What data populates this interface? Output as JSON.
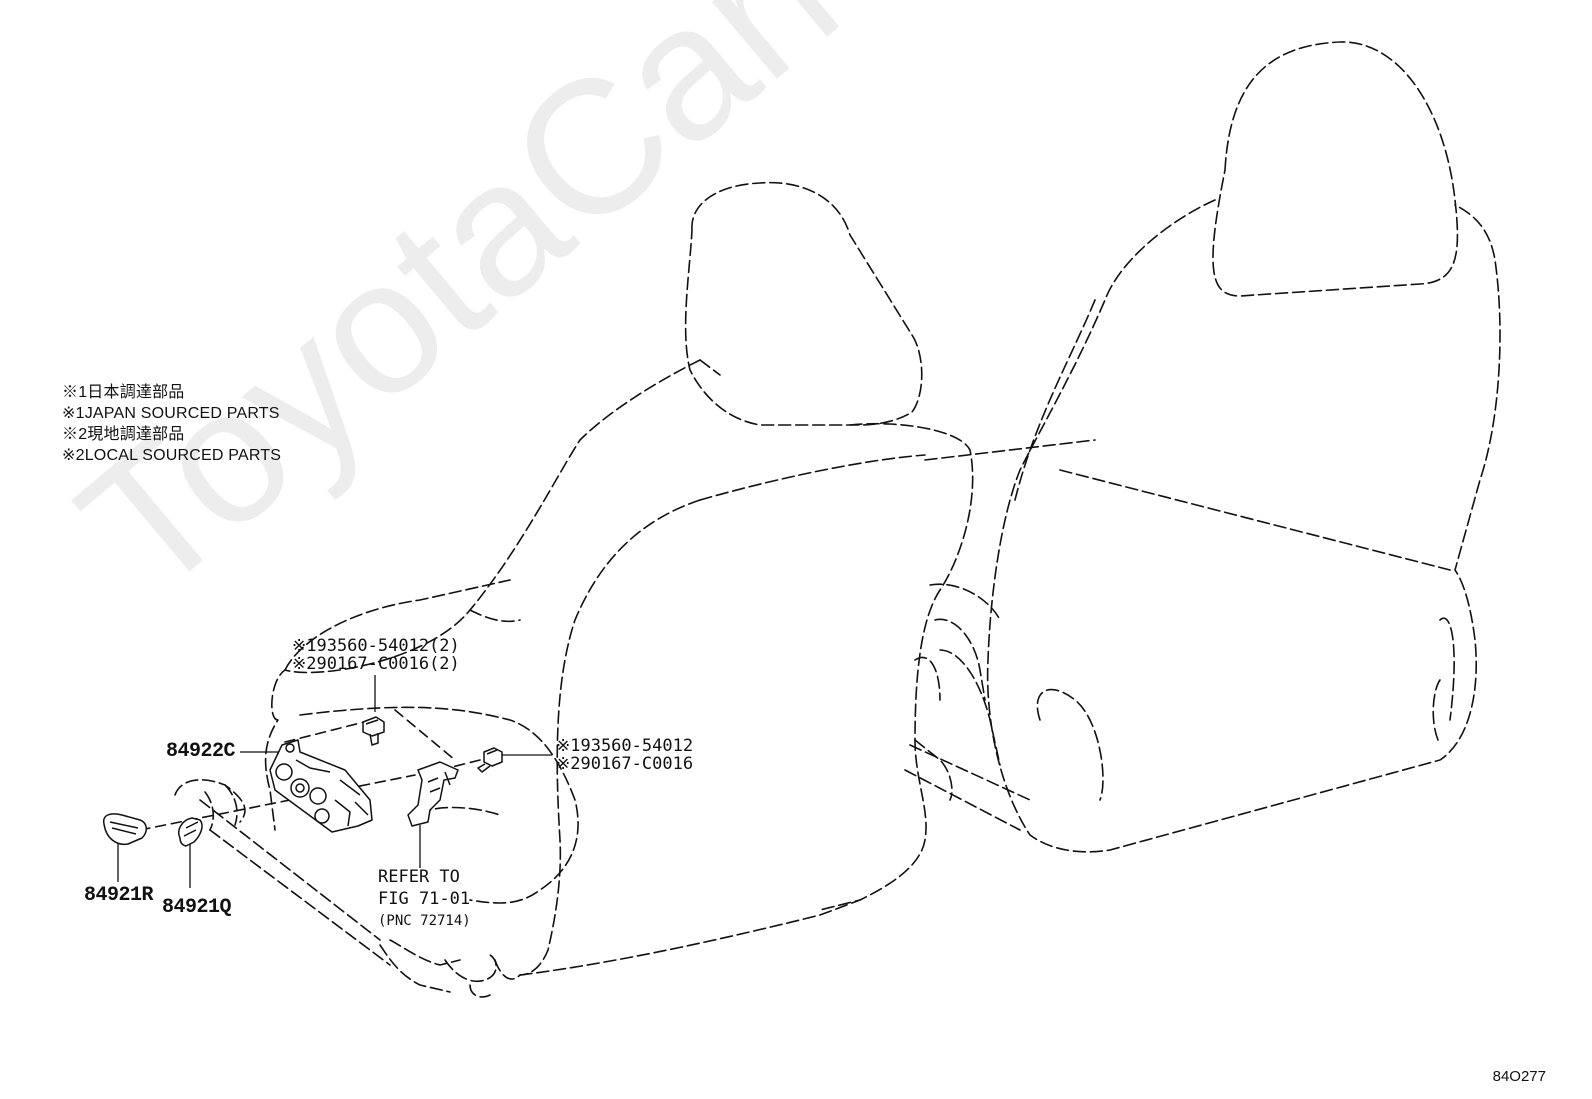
{
  "legend": {
    "line1": "※1日本調達部品",
    "line2": "※1JAPAN SOURCED PARTS",
    "line3": "※2現地調達部品",
    "line4": "※2LOCAL SOURCED PARTS"
  },
  "parts": {
    "screw_upper_1": "※193560-54012(2)",
    "screw_upper_2": "※290167-C0016(2)",
    "screw_right_1": "※193560-54012",
    "screw_right_2": "※290167-C0016",
    "switch_84922C": "84922C",
    "knob_84921R": "84921R",
    "knob_84921Q": "84921Q"
  },
  "reference": {
    "line1": "REFER TO",
    "line2": "FIG 71-01",
    "line3": "(PNC 72714)"
  },
  "figure_code": "84O277",
  "watermark": "ToyotaCarMine.ru",
  "colors": {
    "line": "#111111",
    "watermark": "#e6e6e6"
  }
}
